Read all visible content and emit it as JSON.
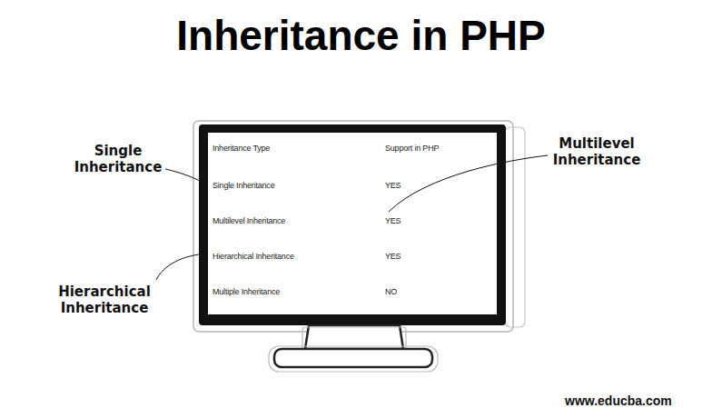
{
  "diagram": {
    "title": "Inheritance in PHP",
    "labels": [
      "Single Inheritance",
      "Multilevel Inheritance",
      "Hierarchical Inheritance",
      "Inheritance Type",
      "Support in PHP",
      "Single Inheritance",
      "YES",
      "Multilevel Inheritance",
      "YES",
      "Hierarchical Inheritance",
      "YES",
      "Multiple Inheritance",
      "NO",
      "www.educba.com"
    ]
  }
}
